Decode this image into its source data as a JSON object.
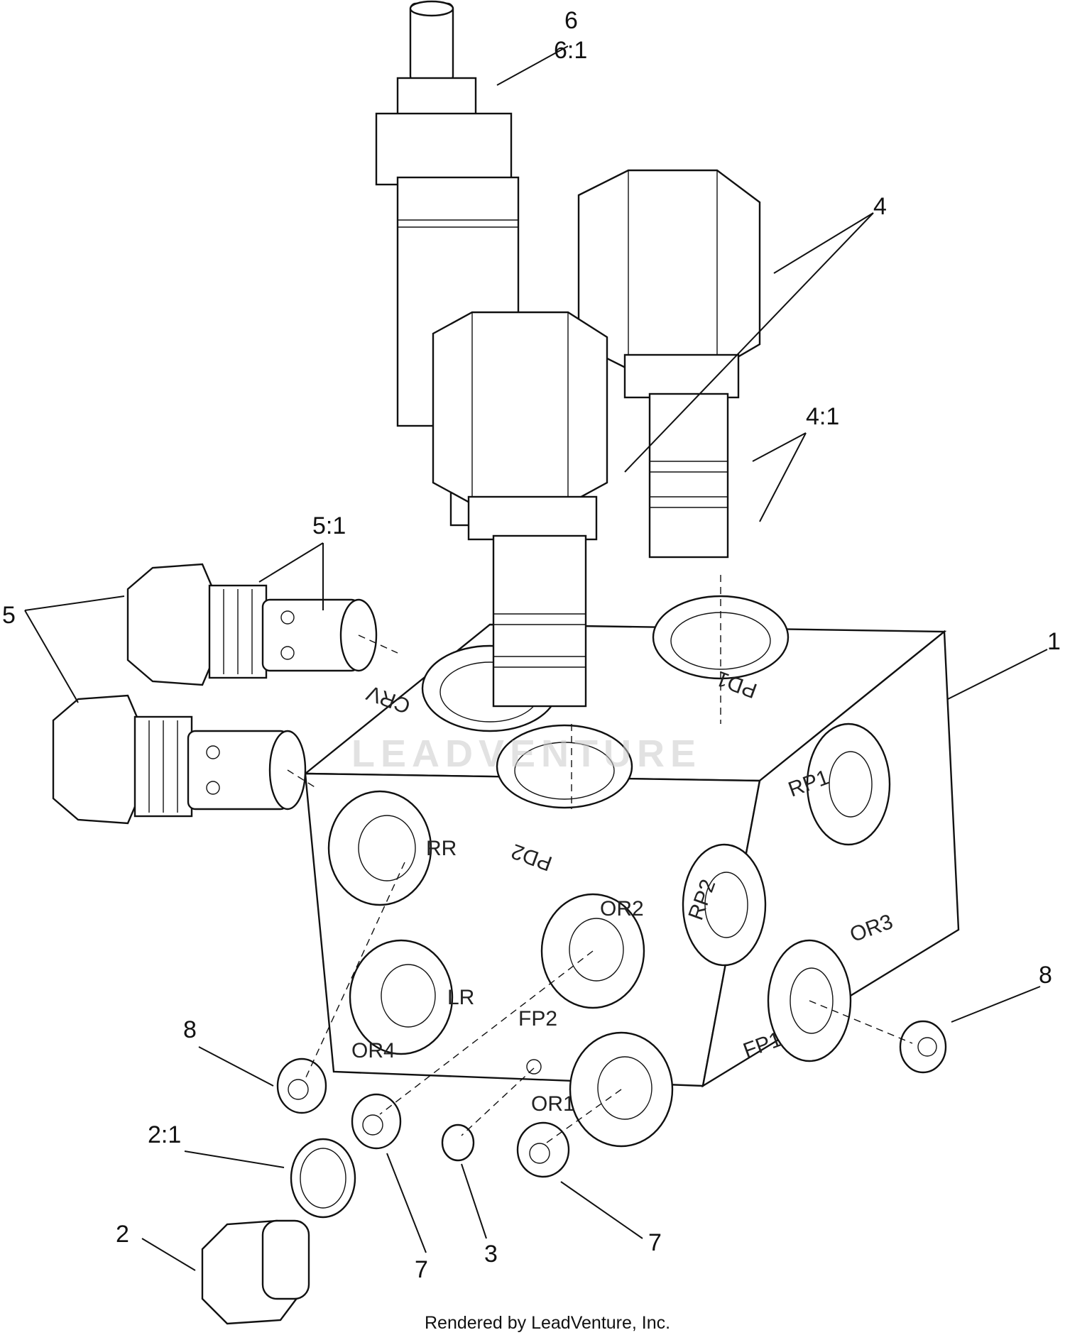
{
  "callouts": {
    "c1": "1",
    "c2": "2",
    "c2_1": "2:1",
    "c3": "3",
    "c4": "4",
    "c4_1": "4:1",
    "c5": "5",
    "c5_1": "5:1",
    "c6": "6",
    "c6_1": "6:1",
    "c7_left": "7",
    "c7_right": "7",
    "c8_left": "8",
    "c8_right": "8"
  },
  "ports": {
    "crv": "CRV",
    "pd1": "PD1",
    "pd2": "PD2",
    "rr": "RR",
    "rp1": "RP1",
    "rp2": "RP2",
    "or1": "OR1",
    "or2": "OR2",
    "or3": "OR3",
    "or4": "OR4",
    "lr": "LR",
    "fp1": "FP1",
    "fp2": "FP2"
  },
  "watermark": "LEADVENTURE",
  "footer": "Rendered by LeadVenture, Inc."
}
